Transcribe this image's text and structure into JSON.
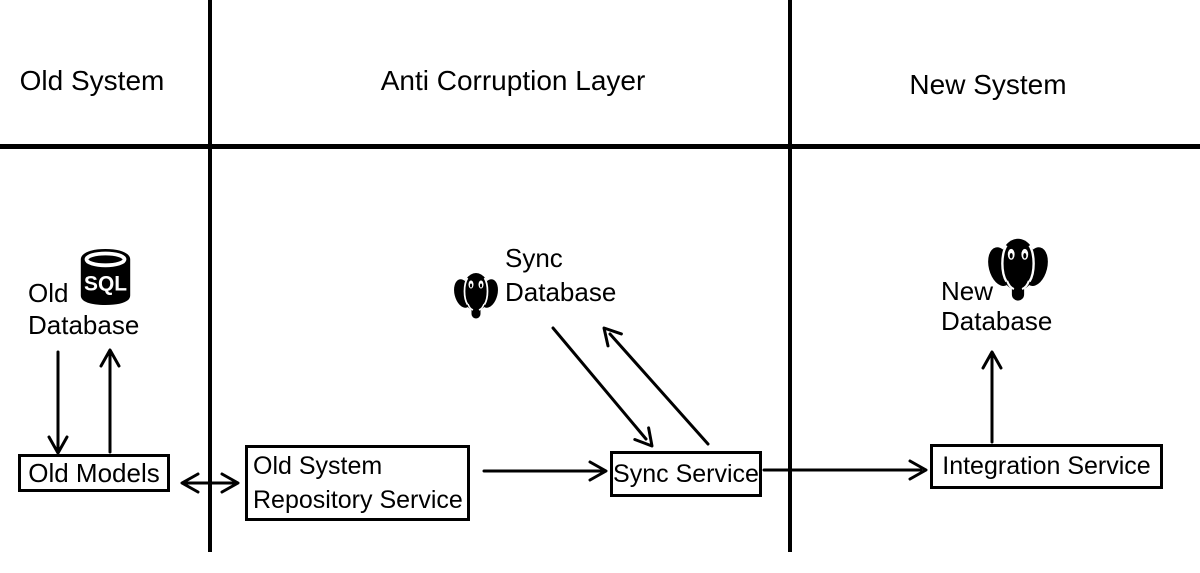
{
  "colors": {
    "ink": "#000000",
    "background": "#ffffff"
  },
  "header": {
    "old_system": "Old System",
    "acl": "Anti Corruption Layer",
    "new_system": "New System"
  },
  "old_system": {
    "db_name": "Old",
    "db_word": "Database",
    "db_icon_text": "SQL",
    "models_label": "Old Models"
  },
  "acl": {
    "sync_db_name": "Sync",
    "sync_db_word": "Database",
    "repo_line1": "Old System",
    "repo_line2": "Repository Service",
    "sync_service_label": "Sync Service"
  },
  "new_system": {
    "db_name": "New",
    "db_word": "Database",
    "integration_label": "Integration Service"
  },
  "icons": {
    "old_db": "sql-database-icon",
    "sync_db": "postgresql-elephant-icon",
    "new_db": "postgresql-elephant-icon"
  }
}
